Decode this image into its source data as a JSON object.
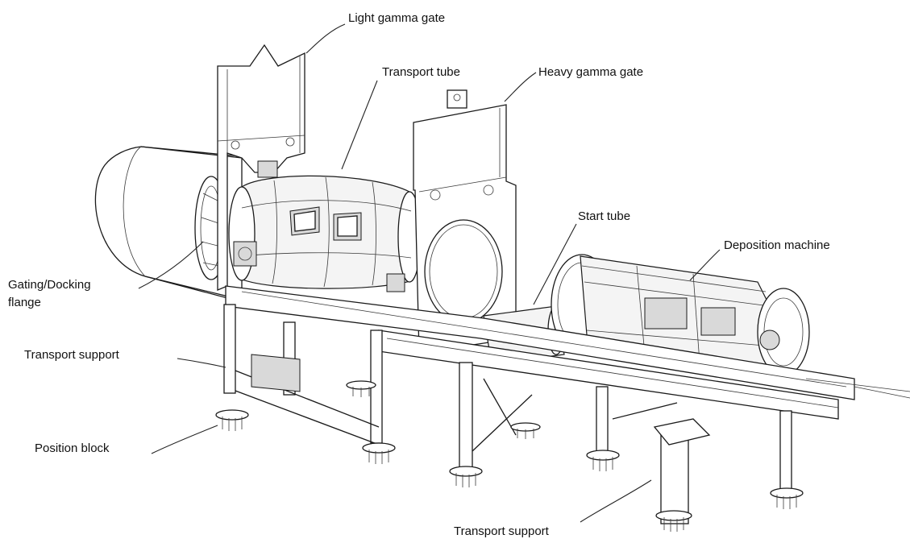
{
  "labels": {
    "light_gamma_gate": "Light gamma gate",
    "transport_tube": "Transport tube",
    "heavy_gamma_gate": "Heavy gamma gate",
    "start_tube": "Start tube",
    "deposition_machine": "Deposition machine",
    "gating_docking_flange_line1": "Gating/Docking",
    "gating_docking_flange_line2": "flange",
    "transport_support_left": "Transport support",
    "position_block": "Position block",
    "transport_support_bottom": "Transport support"
  }
}
